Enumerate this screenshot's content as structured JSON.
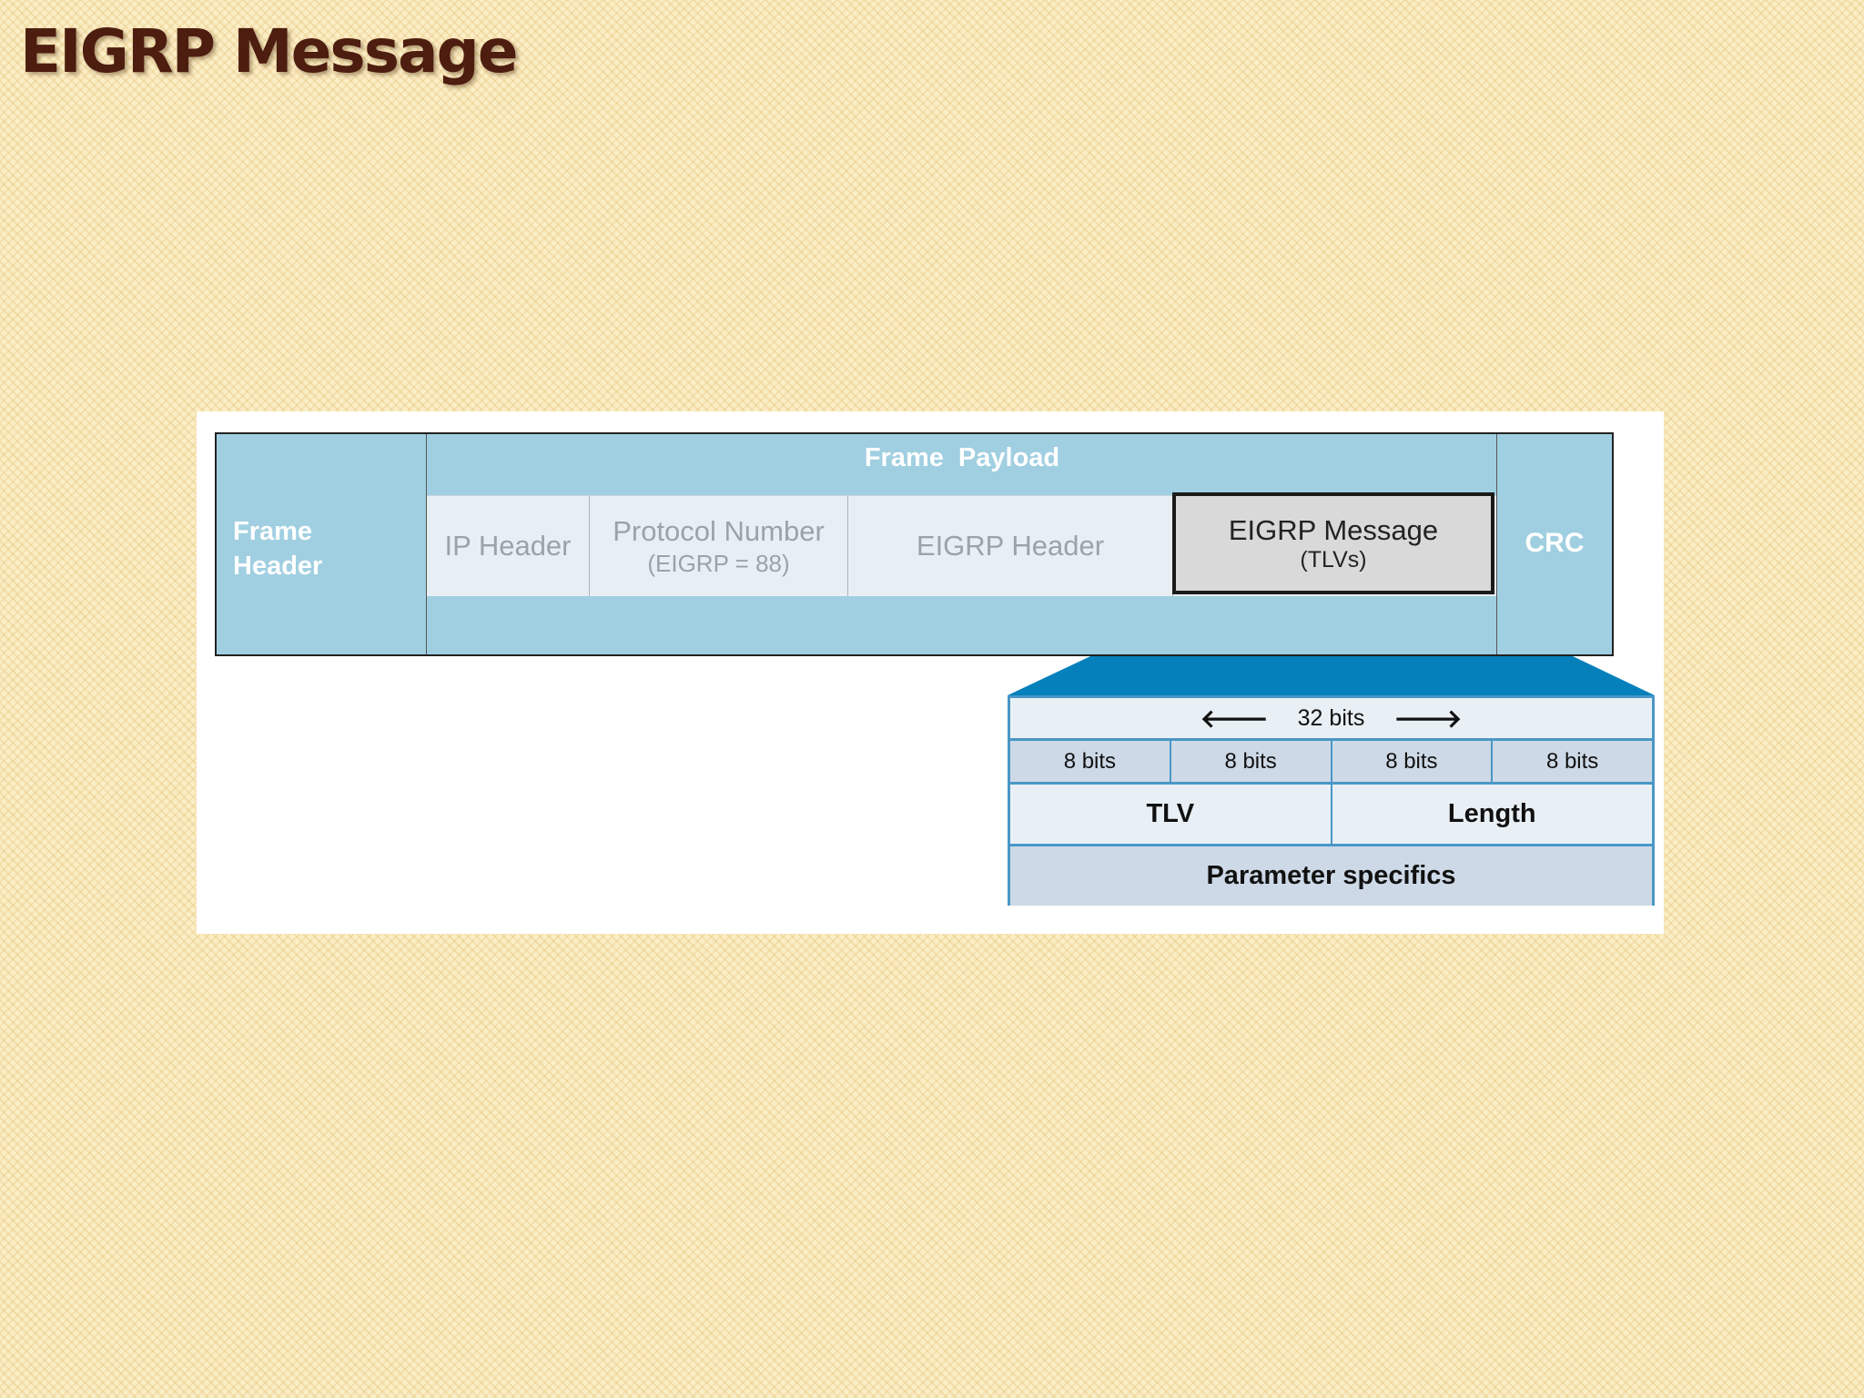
{
  "slide": {
    "title": "EIGRP Message"
  },
  "frame": {
    "header_line1": "Frame",
    "header_line2": "Header",
    "payload_label": "Frame Payload",
    "crc_label": "CRC",
    "cells": {
      "ip_header": "IP Header",
      "protocol_number": "Protocol Number",
      "protocol_number_sub": "(EIGRP = 88)",
      "eigrp_header": "EIGRP Header",
      "eigrp_message": "EIGRP Message",
      "eigrp_message_sub": "(TLVs)"
    }
  },
  "tlv": {
    "width_label": "32 bits",
    "left_arrow": "🡐",
    "right_arrow": "🡒",
    "byte_labels": [
      "8 bits",
      "8 bits",
      "8 bits",
      "8 bits"
    ],
    "field_tlv": "TLV",
    "field_length": "Length",
    "field_params": "Parameter specifics"
  },
  "colors": {
    "frame_fill": "#a0cfe1",
    "zoom_fill": "#0580bb",
    "tlv_border": "#4a97c7"
  }
}
